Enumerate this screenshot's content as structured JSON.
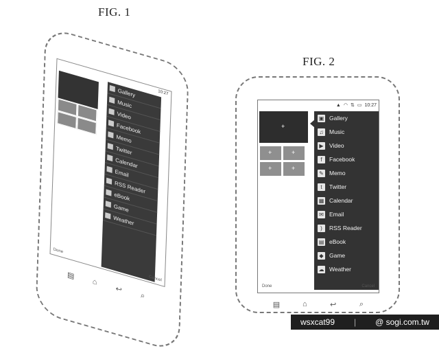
{
  "fig1": {
    "label": "FIG. 1",
    "done": "Done",
    "cancel": "Cancel",
    "status_time": "10:27"
  },
  "fig2": {
    "label": "FIG. 2",
    "done": "Done",
    "cancel": "Cancel",
    "status_time": "10:27"
  },
  "menu_items": [
    {
      "label": "Gallery",
      "icon": "gallery-icon",
      "glyph": "▣"
    },
    {
      "label": "Music",
      "icon": "music-icon",
      "glyph": "♫"
    },
    {
      "label": "Video",
      "icon": "video-icon",
      "glyph": "▶"
    },
    {
      "label": "Facebook",
      "icon": "facebook-icon",
      "glyph": "f"
    },
    {
      "label": "Memo",
      "icon": "memo-icon",
      "glyph": "✎"
    },
    {
      "label": "Twitter",
      "icon": "twitter-icon",
      "glyph": "t"
    },
    {
      "label": "Calendar",
      "icon": "calendar-icon",
      "glyph": "▦"
    },
    {
      "label": "Email",
      "icon": "email-icon",
      "glyph": "✉"
    },
    {
      "label": "RSS Reader",
      "icon": "rss-icon",
      "glyph": ")"
    },
    {
      "label": "eBook",
      "icon": "ebook-icon",
      "glyph": "▤"
    },
    {
      "label": "Game",
      "icon": "game-icon",
      "glyph": "◆"
    },
    {
      "label": "Weather",
      "icon": "weather-icon",
      "glyph": "☁"
    }
  ],
  "watermark": {
    "user": "wsxcat99",
    "site": "@ sogi.com.tw"
  }
}
